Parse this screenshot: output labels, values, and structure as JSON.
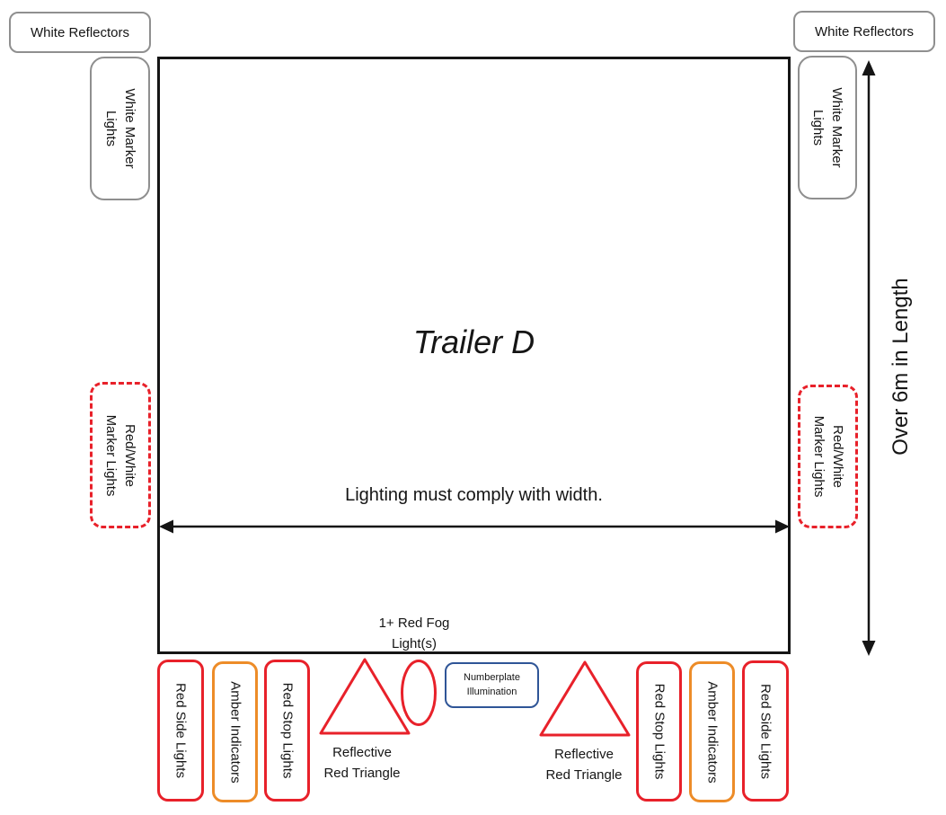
{
  "diagram": {
    "title": "Trailer D",
    "width_note": "Lighting must comply with width.",
    "length_note": "Over 6m in Length",
    "fog_note": "1+ Red Fog\nLight(s)"
  },
  "boxes": {
    "white_reflectors": "White Reflectors",
    "white_marker_lights": "White Marker\nLights",
    "red_white_marker_lights": "Red/White\nMarker Lights",
    "red_side_lights": "Red Side Lights",
    "amber_indicators": "Amber Indicators",
    "red_stop_lights": "Red Stop Lights",
    "numberplate_illumination": "Numberplate\nIllumination",
    "reflective_red_triangle": "Reflective\nRed Triangle"
  },
  "colors": {
    "red": "#e8212a",
    "amber": "#ed8c28",
    "blue": "#2f5597",
    "gray": "#8f8f8f",
    "black": "#151515"
  }
}
